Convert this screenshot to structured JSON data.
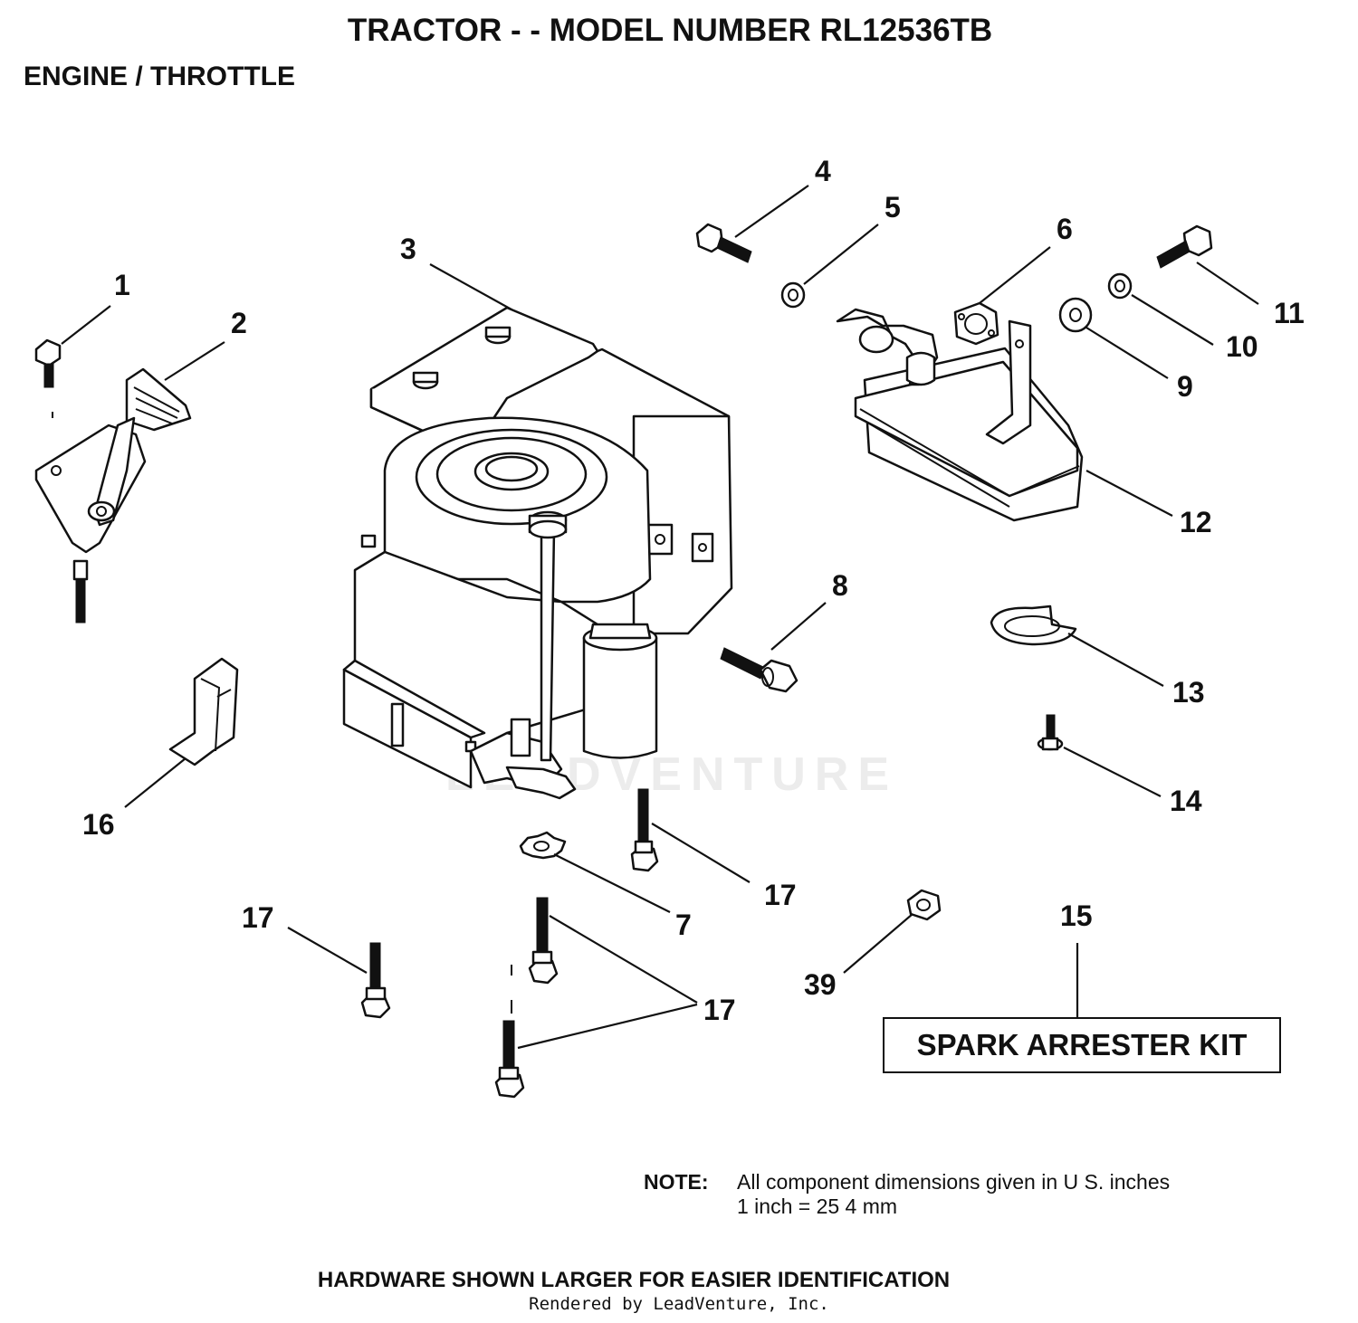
{
  "header": {
    "title": "TRACTOR - - MODEL NUMBER RL12536TB",
    "subtitle": "ENGINE / THROTTLE"
  },
  "watermark": "LEADVENTURE",
  "callouts": {
    "c1": "1",
    "c2": "2",
    "c3": "3",
    "c4": "4",
    "c5": "5",
    "c6": "6",
    "c7": "7",
    "c8": "8",
    "c9": "9",
    "c10": "10",
    "c11": "11",
    "c12": "12",
    "c13": "13",
    "c14": "14",
    "c15": "15",
    "c16": "16",
    "c17a": "17",
    "c17b": "17",
    "c17c": "17",
    "c39": "39"
  },
  "kit": {
    "label": "SPARK ARRESTER KIT"
  },
  "note": {
    "label": "NOTE:",
    "line1": "All component dimensions given in U S. inches",
    "line2": "1 inch = 25 4 mm"
  },
  "footer": {
    "hardware": "HARDWARE SHOWN LARGER FOR EASIER IDENTIFICATION",
    "rendered": "Rendered by LeadVenture, Inc."
  }
}
